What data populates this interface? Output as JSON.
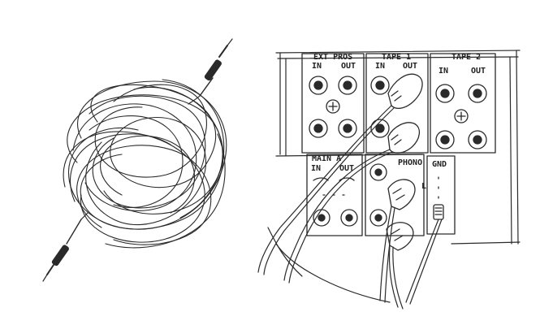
{
  "illustration": {
    "ink_color": "#2a2a2a",
    "background": "#ffffff",
    "left_drawing": {
      "subject": "tangled-audio-cable",
      "connector_count": 2
    },
    "right_drawing": {
      "subject": "stereo-rear-panel",
      "labels": {
        "ext_pros": "EXT PROS",
        "ext_in": "IN",
        "ext_out": "OUT",
        "tape1": "TAPE 1",
        "tape1_in": "IN",
        "tape1_out": "OUT",
        "tape2": "TAPE 2",
        "tape2_in": "IN",
        "tape2_out": "OUT",
        "main_amp": "MAIN A",
        "main_in": "IN",
        "main_out": "OUT",
        "phono": "PHONO",
        "gnd": "GND",
        "gnd_l": "L"
      }
    }
  }
}
